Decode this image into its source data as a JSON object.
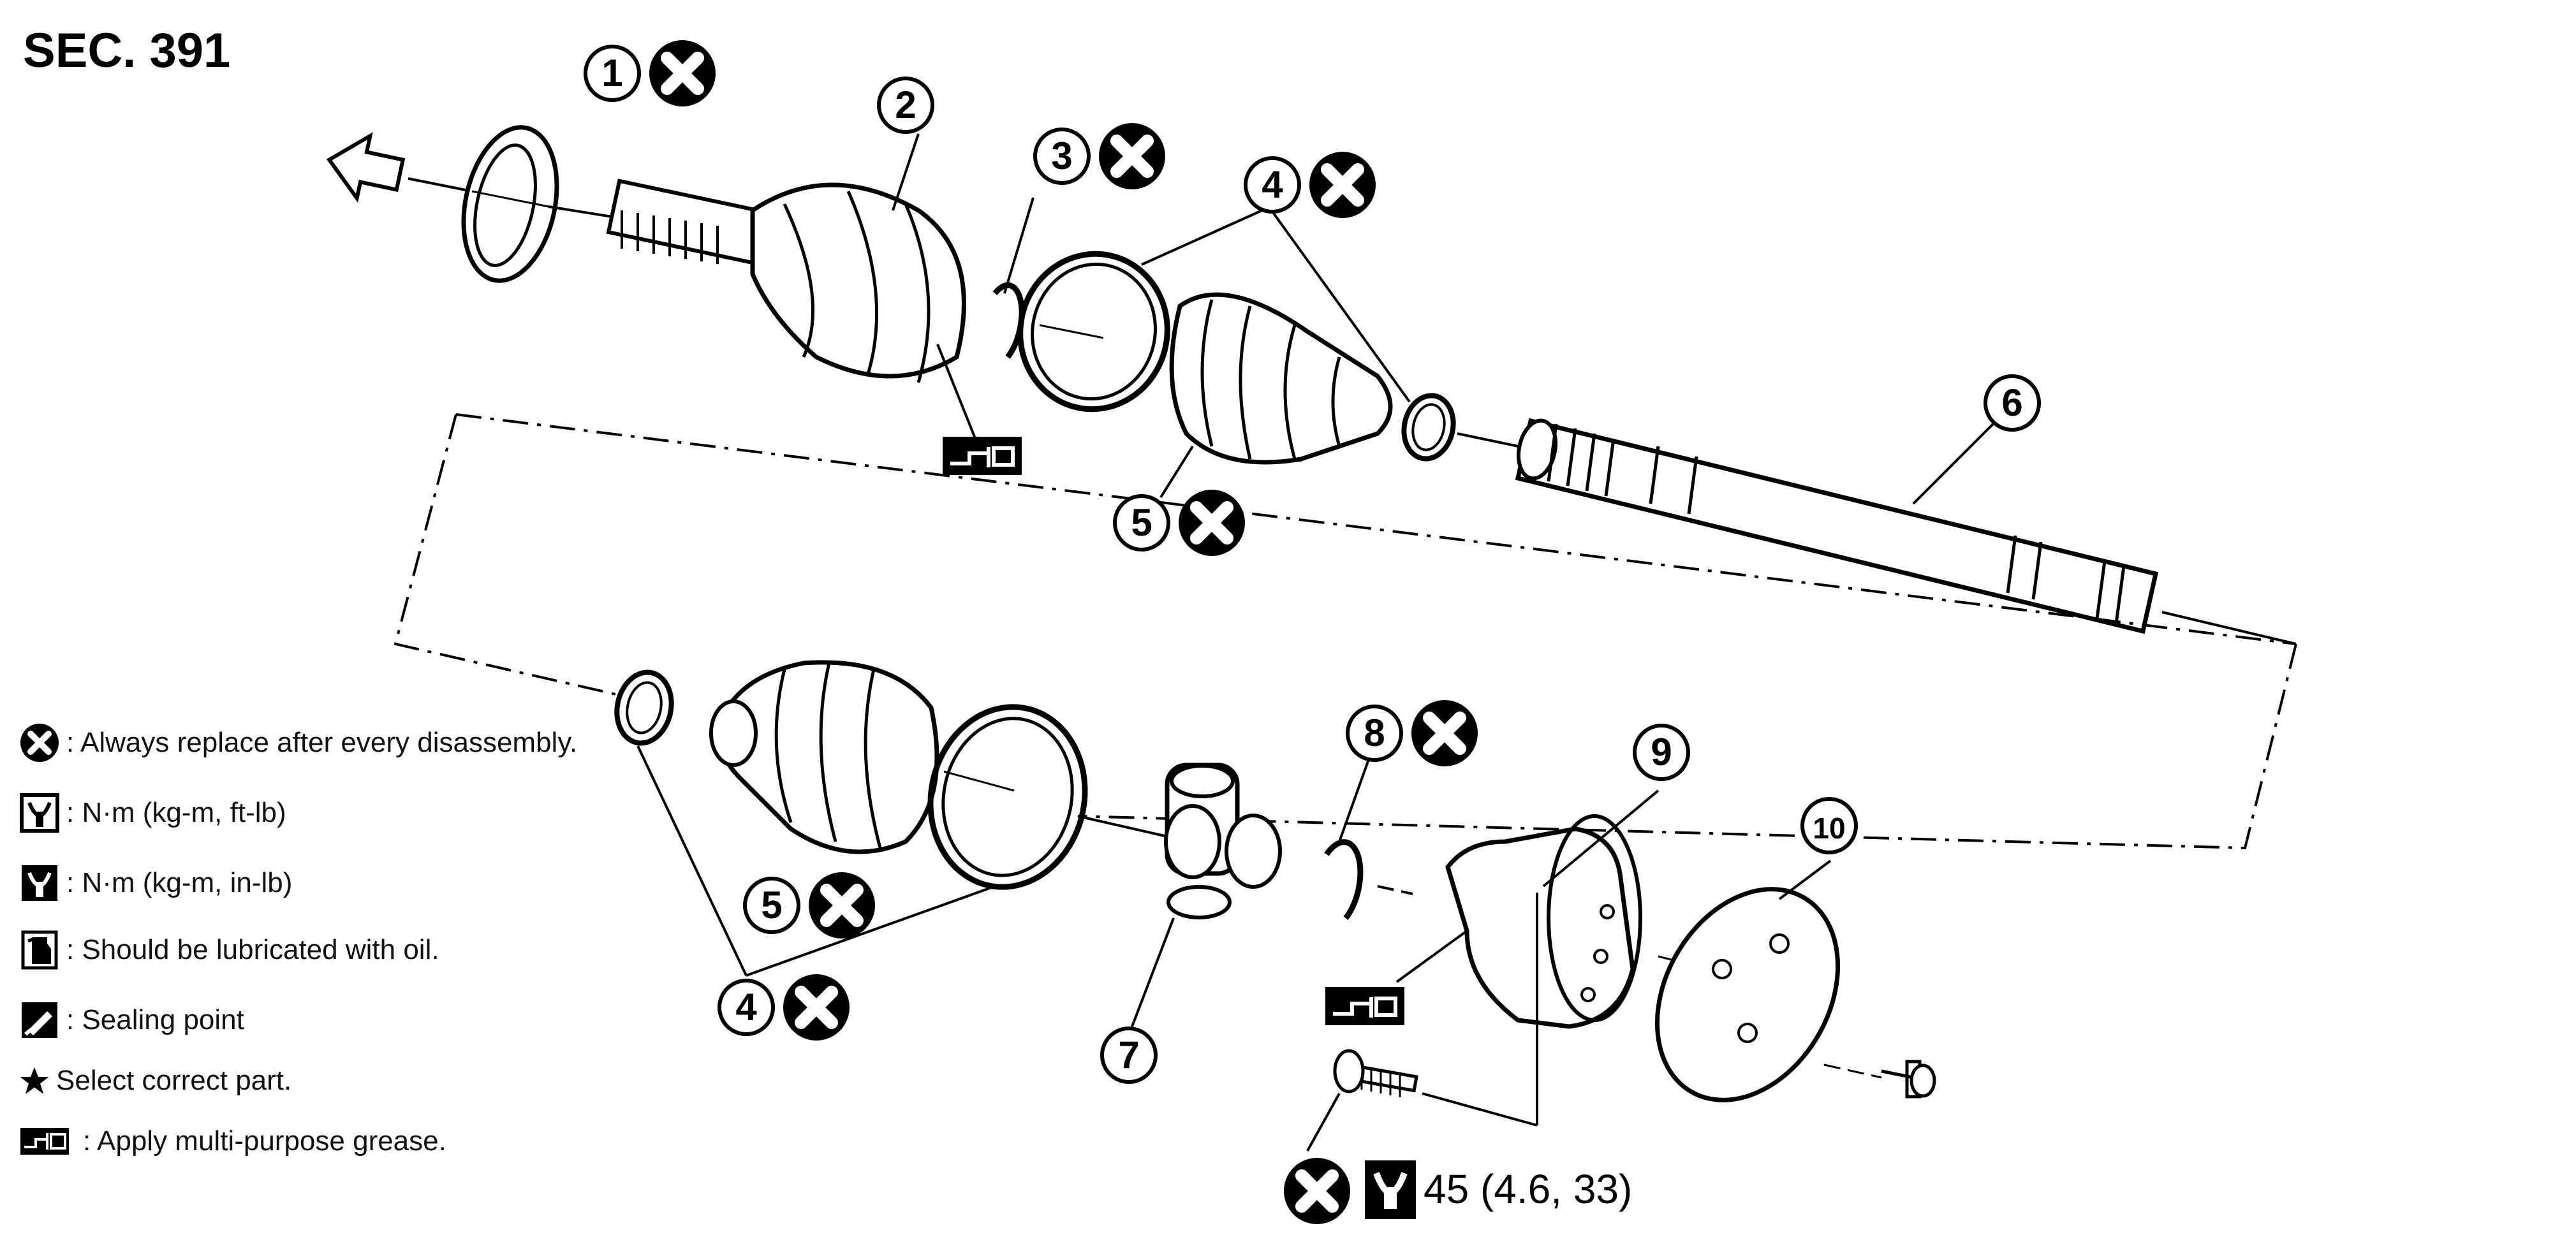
{
  "section": {
    "title": "SEC. 391"
  },
  "callouts": [
    {
      "number": "1",
      "replace": true
    },
    {
      "number": "2",
      "replace": false
    },
    {
      "number": "3",
      "replace": true
    },
    {
      "number": "4",
      "replace": true
    },
    {
      "number": "5",
      "replace": true
    },
    {
      "number": "6",
      "replace": false
    },
    {
      "number": "5",
      "replace": true
    },
    {
      "number": "4",
      "replace": true
    },
    {
      "number": "7",
      "replace": false
    },
    {
      "number": "8",
      "replace": true
    },
    {
      "number": "9",
      "replace": false
    },
    {
      "number": "10",
      "replace": false
    }
  ],
  "legend": {
    "items": [
      {
        "icon": "replace-x-icon",
        "text": ": Always replace after every disassembly."
      },
      {
        "icon": "torque-wrench-icon",
        "text": ": N·m (kg-m, ft-lb)"
      },
      {
        "icon": "torque-wrench-small-icon",
        "text": ": N·m (kg-m, in-lb)"
      },
      {
        "icon": "oil-can-icon",
        "text": ": Should be lubricated with oil."
      },
      {
        "icon": "sealing-point-icon",
        "text": ": Sealing point"
      },
      {
        "icon": "star-icon",
        "text": "Select correct part."
      },
      {
        "icon": "grease-gun-icon",
        "text": ": Apply multi-purpose grease."
      }
    ]
  },
  "torque": {
    "value_text": "45 (4.6, 33)"
  },
  "colors": {
    "ink": "#000000",
    "background": "#ffffff"
  }
}
